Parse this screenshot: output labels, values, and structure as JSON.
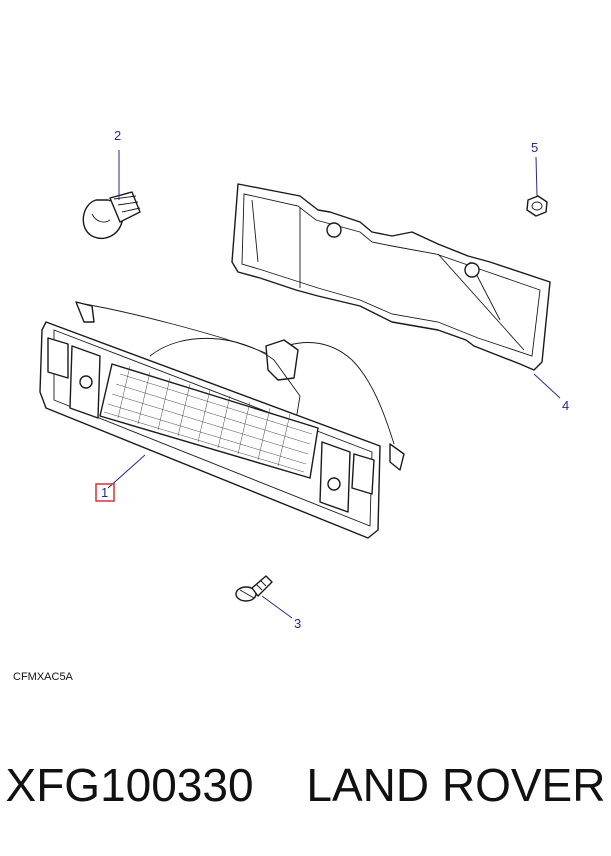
{
  "callouts": [
    {
      "id": "1",
      "label": "1",
      "highlighted": true,
      "highlight_color": "#d9303a"
    },
    {
      "id": "2",
      "label": "2"
    },
    {
      "id": "3",
      "label": "3"
    },
    {
      "id": "4",
      "label": "4"
    },
    {
      "id": "5",
      "label": "5"
    }
  ],
  "diagram_code": "CFMXAC5A",
  "caption": {
    "part_number": "XFG100330",
    "brand": "LAND ROVER"
  },
  "colors": {
    "callout_text": "#2a2a8a",
    "line_art": "#1a1a1a"
  }
}
